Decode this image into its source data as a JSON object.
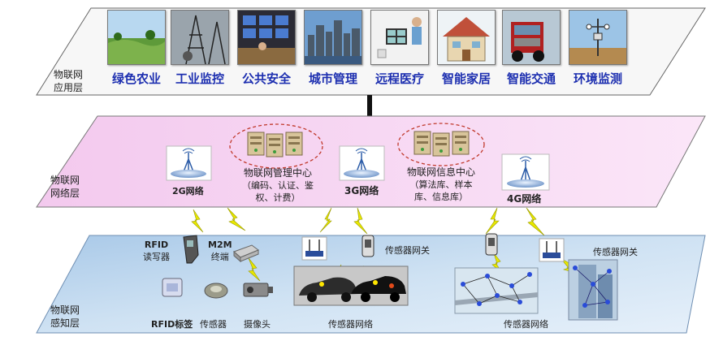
{
  "layers": {
    "application": {
      "name_line1": "物联网",
      "name_line2": "应用层"
    },
    "network": {
      "name_line1": "物联网",
      "name_line2": "网络层"
    },
    "perception": {
      "name_line1": "物联网",
      "name_line2": "感知层"
    }
  },
  "applications": [
    {
      "label": "绿色农业",
      "icon": "farm-field-photo"
    },
    {
      "label": "工业监控",
      "icon": "power-tower-photo"
    },
    {
      "label": "公共安全",
      "icon": "control-room-photo"
    },
    {
      "label": "城市管理",
      "icon": "city-skyline-photo"
    },
    {
      "label": "远程医疗",
      "icon": "remote-medicine-photo"
    },
    {
      "label": "智能家居",
      "icon": "smart-house-photo"
    },
    {
      "label": "智能交通",
      "icon": "truck-photo"
    },
    {
      "label": "环境监测",
      "icon": "weather-station-photo"
    }
  ],
  "network": {
    "net_2g": "2G网络",
    "net_3g": "3G网络",
    "net_4g": "4G网络",
    "mgmt_center": {
      "title": "物联网管理中心",
      "line2": "（编码、认证、鉴",
      "line3": "权、计费）"
    },
    "info_center": {
      "title": "物联网信息中心",
      "line2": "（算法库、样本",
      "line3": "库、信息库）"
    }
  },
  "perception": {
    "rfid_reader_line1": "RFID",
    "rfid_reader_line2": "读写器",
    "m2m_line1": "M2M",
    "m2m_line2": "终端",
    "rfid_tag": "RFID标签",
    "sensor": "传感器",
    "camera": "摄像头",
    "sensor_network_1": "传感器网络",
    "sensor_network_2": "传感器网络",
    "gateway_1": "传感器网关",
    "gateway_2": "传感器网关"
  },
  "colors": {
    "app_layer": "#f7f7f7",
    "network_layer": "#f8d8f4",
    "perception_layer": "#bcd6ee",
    "app_text": "#1d2fb0",
    "lightning": "#e8e800"
  }
}
